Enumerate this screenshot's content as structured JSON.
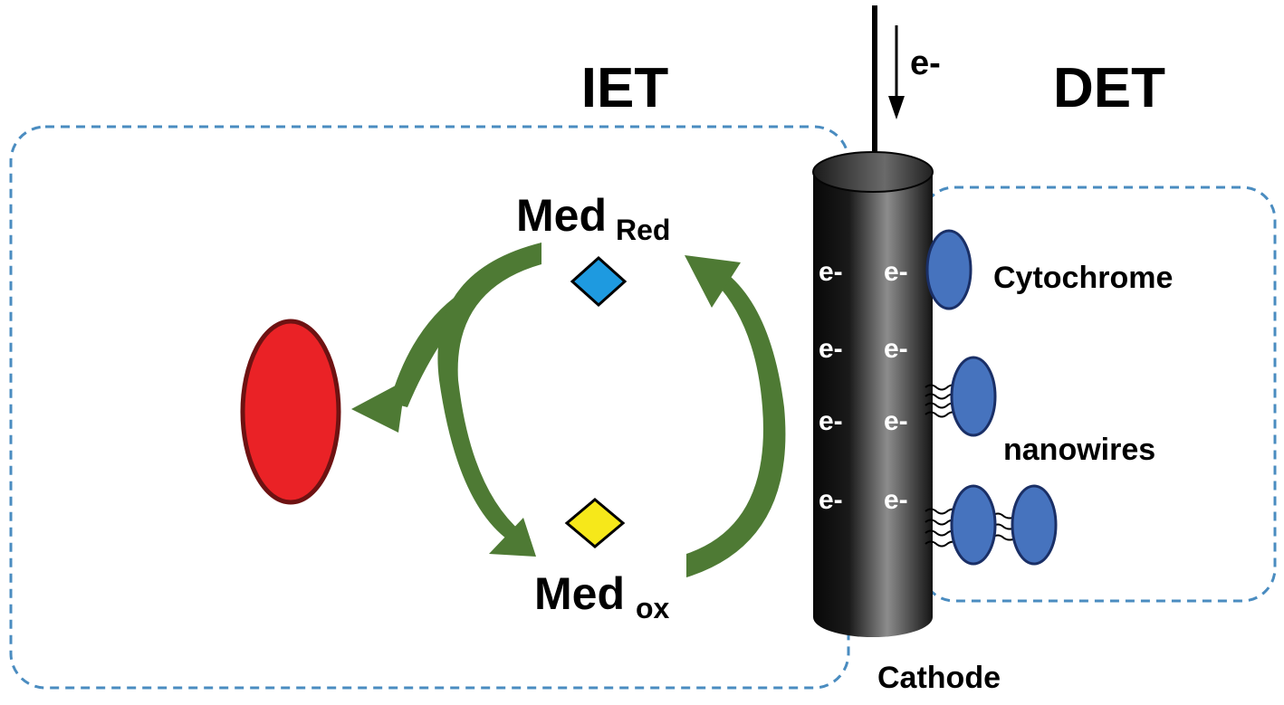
{
  "labels": {
    "iet": "IET",
    "det": "DET",
    "med_red_main": "Med",
    "med_red_sub": "Red",
    "med_ox_main": "Med",
    "med_ox_sub": "ox",
    "cytochrome": "Cytochrome",
    "nanowires": "nanowires",
    "cathode": "Cathode",
    "electron_in": "e-",
    "electron": "e-"
  },
  "colors": {
    "dashed_border": "#4a8cc0",
    "arrow_green": "#4e7a34",
    "cell_red": "#ea2226",
    "cell_red_outline": "#6e1212",
    "mediator_reduced": "#1e9ae0",
    "mediator_oxidized": "#f6e81a",
    "cytochrome_fill": "#4673be",
    "cytochrome_outline": "#1a2f66",
    "cathode_dark": "#111111",
    "cathode_light": "#8a8a8a"
  }
}
